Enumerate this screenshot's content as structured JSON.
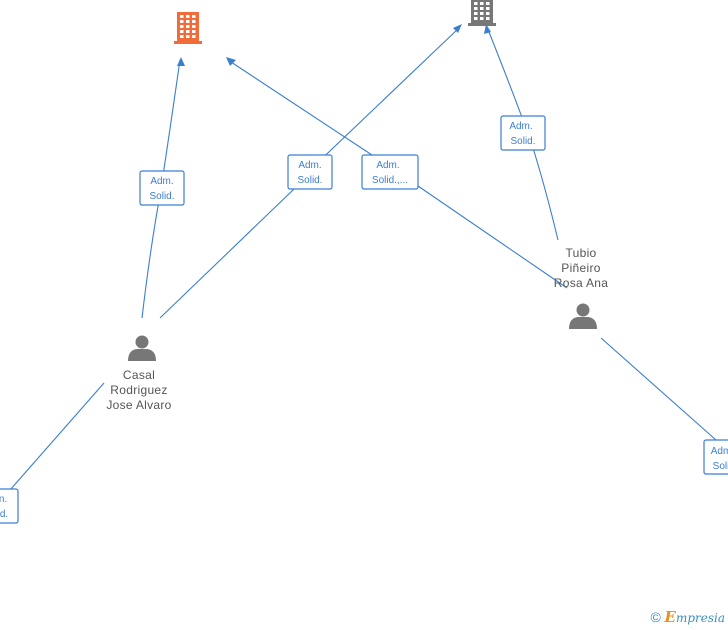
{
  "colors": {
    "edge": "#3b7fd0",
    "company_highlight": "#f26b3a",
    "company": "#777777",
    "person": "#777777"
  },
  "companies": [
    {
      "id": "c1",
      "icon": "building-icon",
      "highlighted": true
    },
    {
      "id": "c2",
      "icon": "building-icon",
      "highlighted": false
    }
  ],
  "persons": [
    {
      "id": "p1",
      "icon": "person-icon",
      "name_lines": [
        "Casal",
        "Rodriguez",
        "Jose Alvaro"
      ]
    },
    {
      "id": "p2",
      "icon": "person-icon",
      "name_lines": [
        "Tubio",
        "Piñeiro",
        "Rosa Ana"
      ]
    }
  ],
  "roles": [
    {
      "id": "r1",
      "lines": [
        "Adm.",
        "Solid."
      ]
    },
    {
      "id": "r2",
      "lines": [
        "Adm.",
        "Solid."
      ]
    },
    {
      "id": "r3",
      "lines": [
        "Adm.",
        "Solid.,..."
      ]
    },
    {
      "id": "r4",
      "lines": [
        "Adm.",
        "Solid."
      ]
    },
    {
      "id": "r5",
      "lines": [
        "n.",
        "d."
      ]
    },
    {
      "id": "r6",
      "lines": [
        "Adm",
        "Soli"
      ]
    }
  ],
  "watermark": {
    "copyright": "©",
    "brand_initial": "E",
    "brand_rest": "mpresia"
  }
}
